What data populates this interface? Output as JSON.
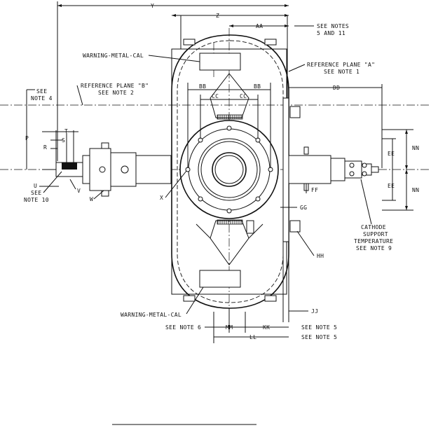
{
  "dimensions": {
    "y": "Y",
    "z": "Z",
    "aa": "AA",
    "bb_left": "BB",
    "bb_right": "BB",
    "cc_left": "CC",
    "cc_right": "CC",
    "dd": "DD",
    "ee_top": "EE",
    "ee_bottom": "EE",
    "nn_top": "NN",
    "nn_bottom": "NN",
    "ff": "FF",
    "gg": "GG",
    "hh": "HH",
    "jj": "JJ",
    "kk": "KK",
    "ll": "LL",
    "mm": "MM",
    "p": "P",
    "r": "R",
    "s": "S",
    "t": "T",
    "u": "U",
    "v": "V",
    "w": "W",
    "x": "X"
  },
  "notes": {
    "see_notes_5_11_line1": "SEE NOTES",
    "see_notes_5_11_line2": "5 AND 11",
    "ref_plane_a_line1": "REFERENCE PLANE \"A\"",
    "ref_plane_a_line2": "SEE NOTE 1",
    "ref_plane_b_line1": "REFERENCE PLANE \"B\"",
    "ref_plane_b_line2": "SEE NOTE 2",
    "see_note_4_line1": "SEE",
    "see_note_4_line2": "NOTE 4",
    "see_note_10_line1": "SEE",
    "see_note_10_line2": "NOTE 10",
    "warning_top": "WARNING-METAL-CAL",
    "warning_bottom": "WARNING-METAL-CAL",
    "cathode_line1": "CATHODE",
    "cathode_line2": "SUPPORT",
    "cathode_line3": "TEMPERATURE",
    "cathode_line4": "SEE NOTE 9",
    "see_note_6": "SEE NOTE 6",
    "see_note_5_a": "SEE NOTE 5",
    "see_note_5_b": "SEE NOTE 5"
  }
}
